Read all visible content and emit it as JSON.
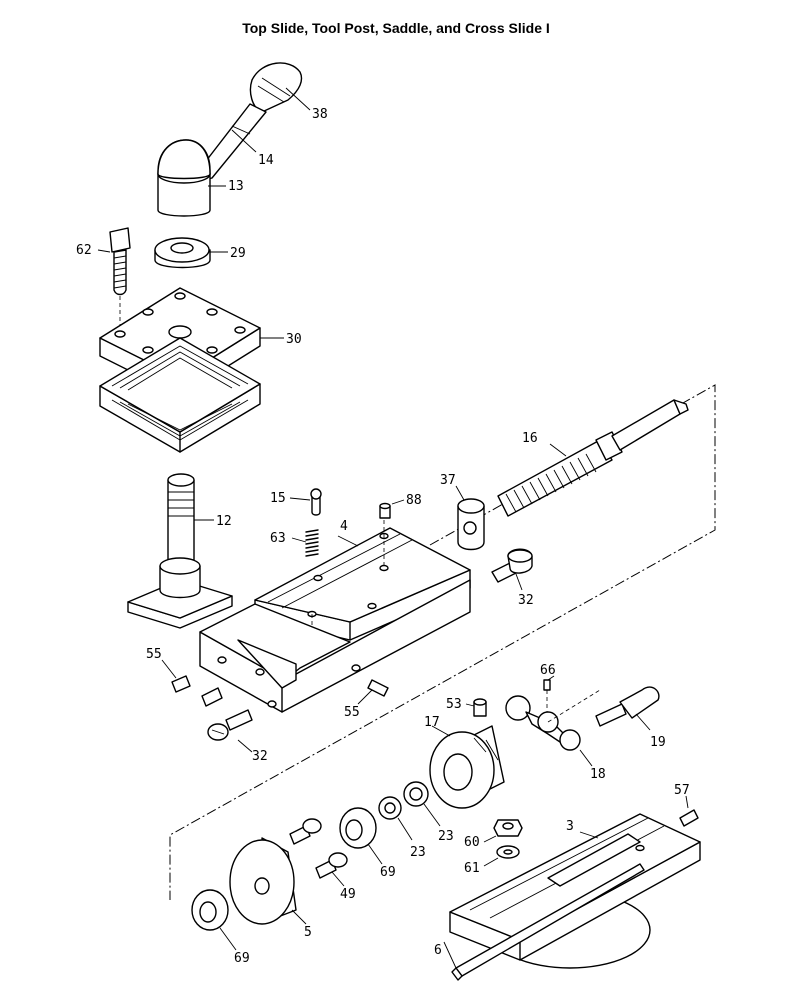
{
  "title": "Top Slide, Tool Post, Saddle, and Cross Slide I",
  "callouts": {
    "c38": "38",
    "c14": "14",
    "c13": "13",
    "c29": "29",
    "c62": "62",
    "c30": "30",
    "c12": "12",
    "c15": "15",
    "c88": "88",
    "c4": "4",
    "c63": "63",
    "c37": "37",
    "c16": "16",
    "c32a": "32",
    "c55a": "55",
    "c55b": "55",
    "c32b": "32",
    "c66": "66",
    "c53": "53",
    "c17": "17",
    "c19": "19",
    "c18": "18",
    "c57": "57",
    "c3": "3",
    "c60": "60",
    "c61": "61",
    "c23a": "23",
    "c23b": "23",
    "c69a": "69",
    "c69b": "69",
    "c49": "49",
    "c5": "5",
    "c6": "6"
  }
}
